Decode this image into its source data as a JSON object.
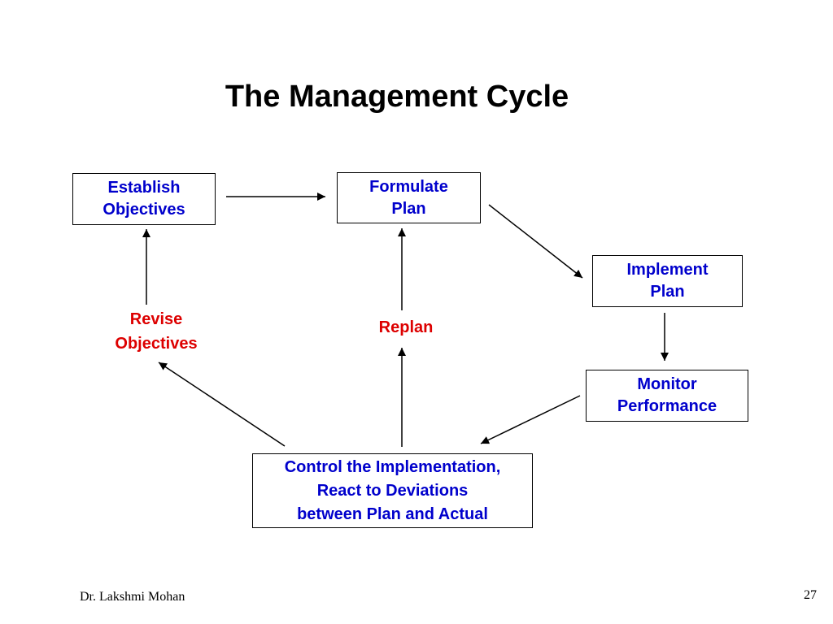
{
  "title": "The Management Cycle",
  "nodes": {
    "establish": "Establish\nObjectives",
    "formulate": "Formulate\nPlan",
    "implement": "Implement\nPlan",
    "monitor": "Monitor\nPerformance",
    "control": "Control the Implementation,\nReact to Deviations\nbetween Plan and Actual"
  },
  "labels": {
    "revise": "Revise\nObjectives",
    "replan": "Replan"
  },
  "footer": {
    "author": "Dr. Lakshmi Mohan",
    "page_number": "27"
  },
  "colors": {
    "box_text": "#0000cc",
    "label_text": "#dd0000",
    "lines": "#000000"
  }
}
